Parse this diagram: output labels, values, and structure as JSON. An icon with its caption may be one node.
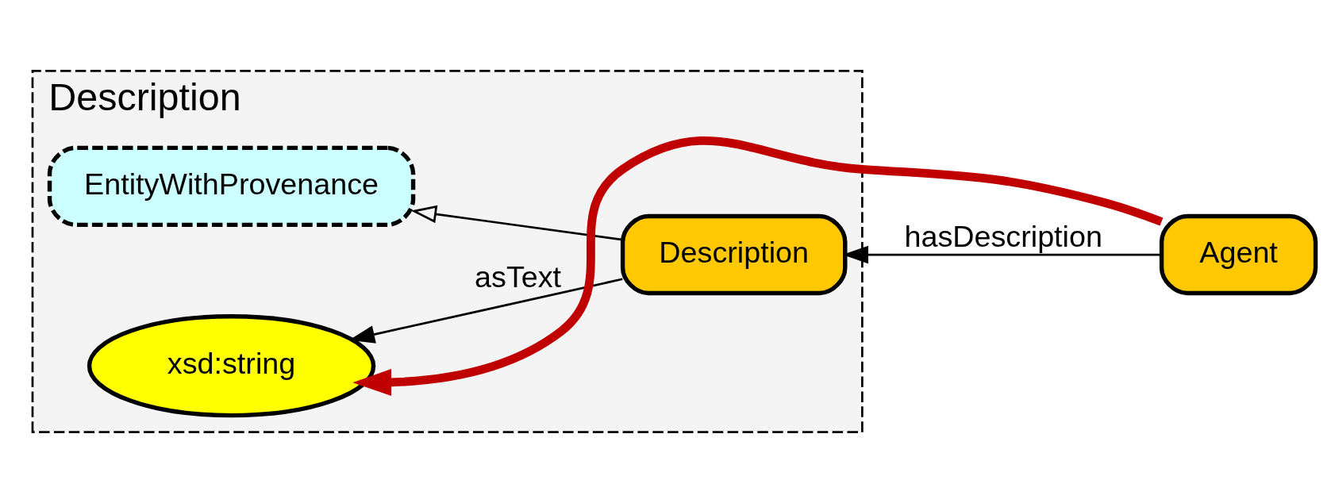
{
  "diagram": {
    "nodes": [
      {
        "text": [
          "Description"
        ]
      },
      {
        "text": [
          "xsd:string"
        ],
        "in": 0
      },
      {
        "text": [
          "Description"
        ],
        "in": 0
      },
      {
        "text": [
          "EntityWithProvenance"
        ],
        "in": 0
      },
      {
        "text": [
          "Agent"
        ]
      }
    ],
    "edges": [
      {
        "from": 2,
        "to": 1,
        "arrow": "to",
        "label": "asText"
      },
      {
        "from": 4,
        "to": 2,
        "arrow": "to",
        "label": "hasDescription"
      },
      {
        "from": 2,
        "to": 3,
        "arrow": "to"
      },
      {
        "from": 4,
        "to": 1,
        "arrow": "to",
        "style": "thick",
        "color": "#c00000"
      }
    ]
  }
}
